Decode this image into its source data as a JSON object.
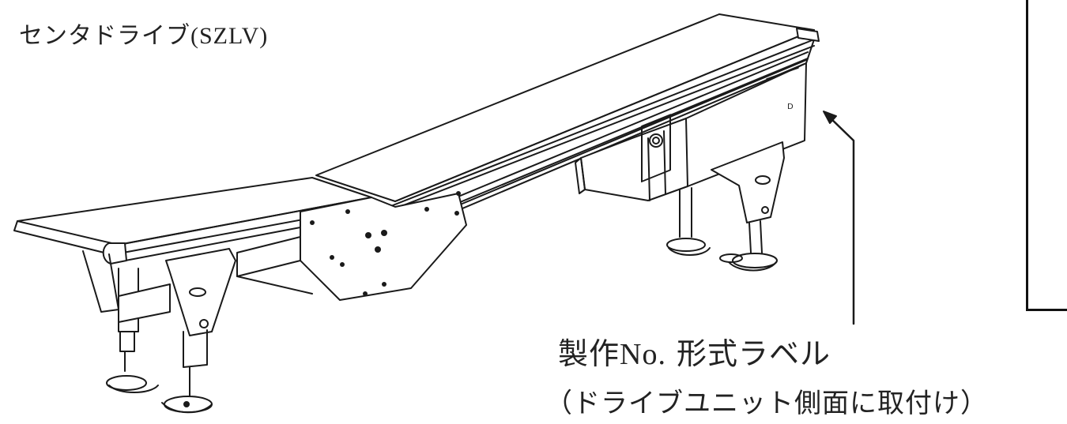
{
  "title": {
    "main": "センタドライブ",
    "model": "(SZLV)"
  },
  "callout": {
    "part1": "製作",
    "part_no": "No.",
    "part2": " 形式ラベル",
    "line2": "（ドライブユニット側面に取付け）"
  }
}
